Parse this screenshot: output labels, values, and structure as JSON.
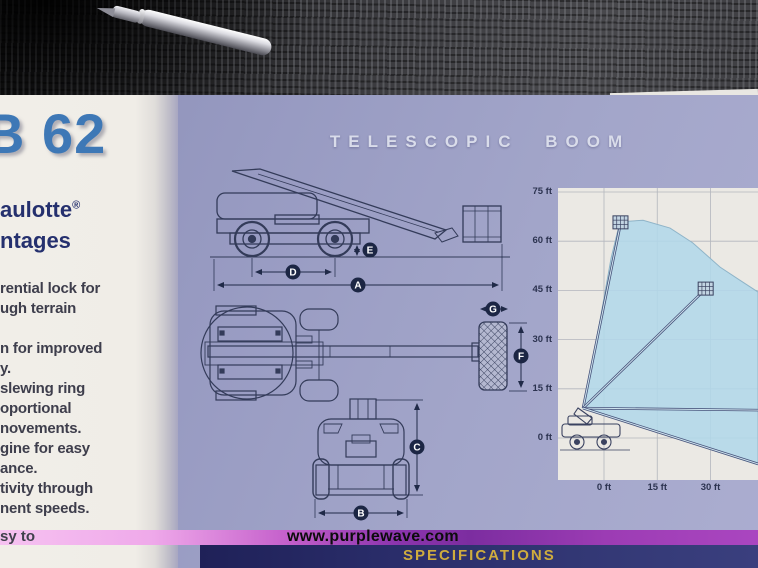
{
  "brochure": {
    "model_fragment": "B 62",
    "brand_fragment": "aulotte",
    "registered_mark": "®",
    "advantages_fragment": "ntages",
    "features_para1": [
      "rential lock for",
      "ugh terrain"
    ],
    "features_para2": [
      "n for improved",
      "y.",
      "slewing ring",
      "oportional",
      "novements.",
      "gine for easy",
      "ance.",
      "tivity through",
      "nent speeds."
    ],
    "highlight_fragment": "sy to",
    "section_heading": "TELESCOPIC BOOM",
    "footer_heading": "SPECIFICATIONS",
    "dimension_labels": [
      "A",
      "B",
      "C",
      "D",
      "E",
      "F",
      "G"
    ]
  },
  "watermark": "www.purplewave.com",
  "colors": {
    "page_lavender": "#999cc2",
    "model_blue": "#3e78b6",
    "navy_text": "#25306e",
    "drawing_navy": "#333b59",
    "heading_white": "#d9dcea",
    "envelope_blue": "#b2d7e9",
    "magenta_stripe": "#b84abc",
    "footer_navy": "#2a2d6a",
    "footer_yellow": "#cfac3e"
  },
  "chart_data": {
    "type": "area",
    "title": "",
    "description": "telescopic boom working envelope (platform height vs horizontal reach)",
    "x_tick_labels": [
      "0 ft",
      "15 ft",
      "30 ft"
    ],
    "y_tick_labels": [
      "75 ft",
      "60 ft",
      "45 ft",
      "30 ft",
      "15 ft",
      "0 ft"
    ],
    "grid": true,
    "x_gridline_step_ft": 15,
    "y_gridline_step_ft": 15,
    "pivot_ft": [
      -5.9,
      9.1
    ],
    "envelope_outline_ft": [
      [
        -5.9,
        9.1
      ],
      [
        -1.1,
        36
      ],
      [
        2,
        54.9
      ],
      [
        4.5,
        65.9
      ],
      [
        11,
        66.4
      ],
      [
        18.6,
        64
      ],
      [
        25,
        59.5
      ],
      [
        32.7,
        52.1
      ],
      [
        38,
        48.3
      ],
      [
        43.4,
        44.5
      ],
      [
        43.4,
        -8.2
      ]
    ],
    "boom_position_tips_ft": [
      [
        4.5,
        64.5
      ],
      [
        28.5,
        45.3
      ],
      [
        43.4,
        8.5
      ],
      [
        43.4,
        -7.9
      ]
    ],
    "basket_positions_ft": [
      [
        4.5,
        65.9
      ],
      [
        28.5,
        45.7
      ]
    ]
  }
}
